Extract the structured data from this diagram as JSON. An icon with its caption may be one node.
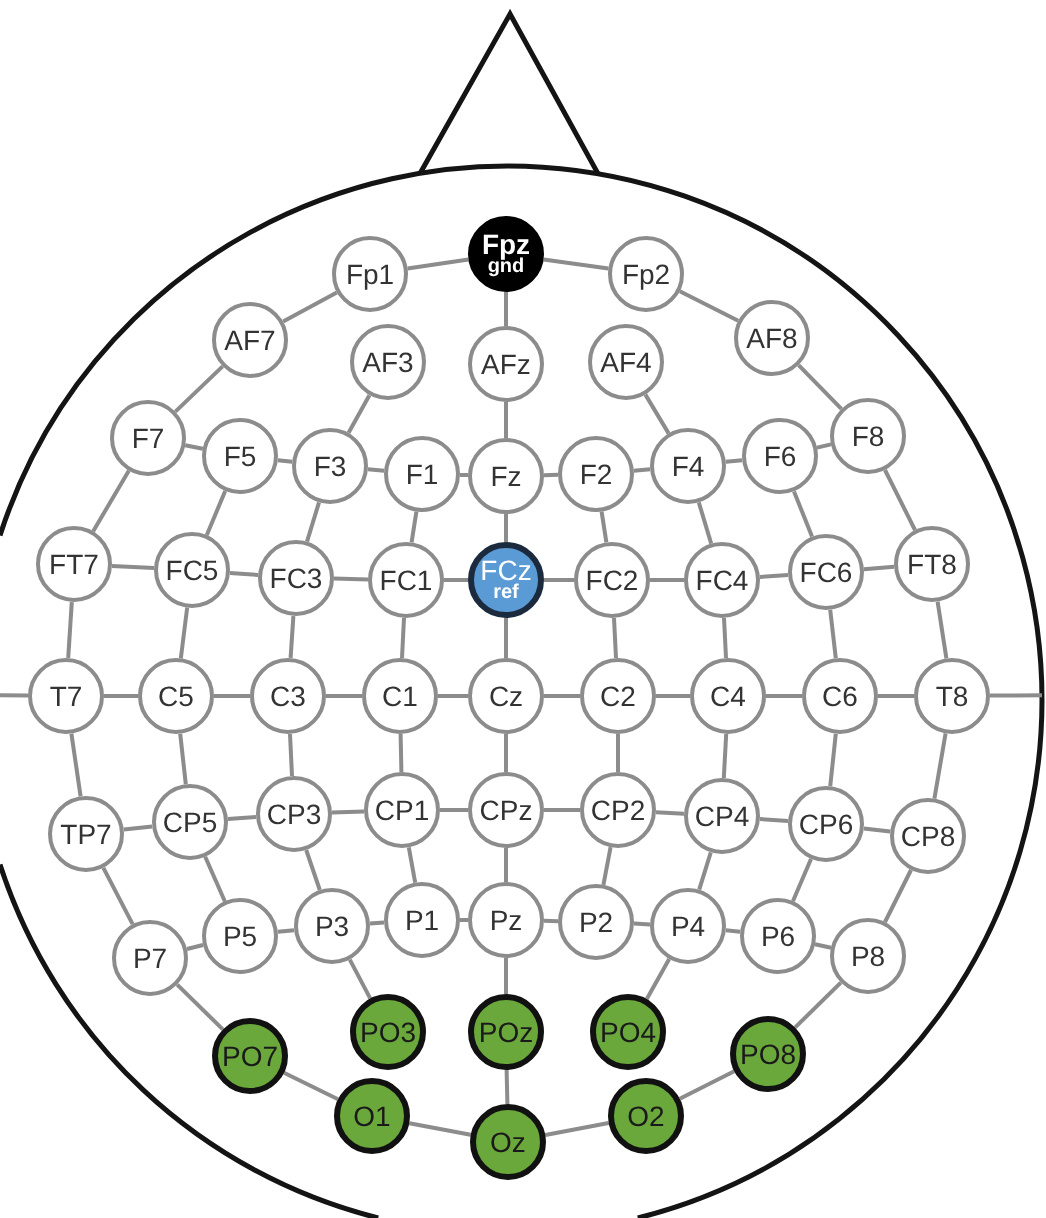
{
  "diagram": {
    "nodes": [
      {
        "text": [
          "Fp1"
        ]
      },
      {
        "text": [
          "Fpz",
          "gnd"
        ]
      },
      {
        "text": [
          "Fp2"
        ]
      },
      {
        "text": [
          "AF7"
        ]
      },
      {
        "text": [
          "AF3"
        ]
      },
      {
        "text": [
          "AFz"
        ]
      },
      {
        "text": [
          "AF4"
        ]
      },
      {
        "text": [
          "AF8"
        ]
      },
      {
        "text": [
          "F7"
        ]
      },
      {
        "text": [
          "F5"
        ]
      },
      {
        "text": [
          "F3"
        ]
      },
      {
        "text": [
          "F1"
        ]
      },
      {
        "text": [
          "Fz"
        ]
      },
      {
        "text": [
          "F2"
        ]
      },
      {
        "text": [
          "F4"
        ]
      },
      {
        "text": [
          "F6"
        ]
      },
      {
        "text": [
          "F8"
        ]
      },
      {
        "text": [
          "FT7"
        ]
      },
      {
        "text": [
          "FC5"
        ]
      },
      {
        "text": [
          "FC3"
        ]
      },
      {
        "text": [
          "FC1"
        ]
      },
      {
        "text": [
          "FCz",
          "ref"
        ]
      },
      {
        "text": [
          "FC2"
        ]
      },
      {
        "text": [
          "FC4"
        ]
      },
      {
        "text": [
          "FC6"
        ]
      },
      {
        "text": [
          "FT8"
        ]
      },
      {
        "text": [
          "T7"
        ]
      },
      {
        "text": [
          "C5"
        ]
      },
      {
        "text": [
          "C3"
        ]
      },
      {
        "text": [
          "C1"
        ]
      },
      {
        "text": [
          "Cz"
        ]
      },
      {
        "text": [
          "C2"
        ]
      },
      {
        "text": [
          "C4"
        ]
      },
      {
        "text": [
          "C6"
        ]
      },
      {
        "text": [
          "T8"
        ]
      },
      {
        "text": [
          "TP7"
        ]
      },
      {
        "text": [
          "CP5"
        ]
      },
      {
        "text": [
          "CP3"
        ]
      },
      {
        "text": [
          "CP1"
        ]
      },
      {
        "text": [
          "CPz"
        ]
      },
      {
        "text": [
          "CP2"
        ]
      },
      {
        "text": [
          "CP4"
        ]
      },
      {
        "text": [
          "CP6"
        ]
      },
      {
        "text": [
          "CP8"
        ]
      },
      {
        "text": [
          "P7"
        ]
      },
      {
        "text": [
          "P5"
        ]
      },
      {
        "text": [
          "P3"
        ]
      },
      {
        "text": [
          "P1"
        ]
      },
      {
        "text": [
          "Pz"
        ]
      },
      {
        "text": [
          "P2"
        ]
      },
      {
        "text": [
          "P4"
        ]
      },
      {
        "text": [
          "P6"
        ]
      },
      {
        "text": [
          "P8"
        ]
      },
      {
        "text": [
          "PO7"
        ]
      },
      {
        "text": [
          "PO3"
        ]
      },
      {
        "text": [
          "POz"
        ]
      },
      {
        "text": [
          "PO4"
        ]
      },
      {
        "text": [
          "PO8"
        ]
      },
      {
        "text": [
          "O1"
        ]
      },
      {
        "text": [
          "Oz"
        ]
      },
      {
        "text": [
          "O2"
        ]
      }
    ],
    "edges": [
      {
        "from": 26,
        "to": 17,
        "arrow": "none"
      },
      {
        "from": 17,
        "to": 8,
        "arrow": "none"
      },
      {
        "from": 8,
        "to": 3,
        "arrow": "none"
      },
      {
        "from": 3,
        "to": 0,
        "arrow": "none"
      },
      {
        "from": 0,
        "to": 1,
        "arrow": "none"
      },
      {
        "from": 1,
        "to": 2,
        "arrow": "none"
      },
      {
        "from": 2,
        "to": 7,
        "arrow": "none"
      },
      {
        "from": 7,
        "to": 16,
        "arrow": "none"
      },
      {
        "from": 16,
        "to": 25,
        "arrow": "none"
      },
      {
        "from": 25,
        "to": 34,
        "arrow": "none"
      },
      {
        "from": 34,
        "to": 43,
        "arrow": "none"
      },
      {
        "from": 43,
        "to": 52,
        "arrow": "none"
      },
      {
        "from": 52,
        "to": 57,
        "arrow": "none"
      },
      {
        "from": 57,
        "to": 60,
        "arrow": "none"
      },
      {
        "from": 60,
        "to": 59,
        "arrow": "none"
      },
      {
        "from": 59,
        "to": 58,
        "arrow": "none"
      },
      {
        "from": 58,
        "to": 53,
        "arrow": "none"
      },
      {
        "from": 53,
        "to": 44,
        "arrow": "none"
      },
      {
        "from": 44,
        "to": 35,
        "arrow": "none"
      },
      {
        "from": 35,
        "to": 26,
        "arrow": "none"
      },
      {
        "from": 8,
        "to": 9,
        "arrow": "none"
      },
      {
        "from": 9,
        "to": 10,
        "arrow": "none"
      },
      {
        "from": 10,
        "to": 11,
        "arrow": "none"
      },
      {
        "from": 11,
        "to": 12,
        "arrow": "none"
      },
      {
        "from": 12,
        "to": 13,
        "arrow": "none"
      },
      {
        "from": 13,
        "to": 14,
        "arrow": "none"
      },
      {
        "from": 14,
        "to": 15,
        "arrow": "none"
      },
      {
        "from": 15,
        "to": 16,
        "arrow": "none"
      },
      {
        "from": 17,
        "to": 18,
        "arrow": "none"
      },
      {
        "from": 18,
        "to": 19,
        "arrow": "none"
      },
      {
        "from": 19,
        "to": 20,
        "arrow": "none"
      },
      {
        "from": 20,
        "to": 21,
        "arrow": "none"
      },
      {
        "from": 21,
        "to": 22,
        "arrow": "none"
      },
      {
        "from": 22,
        "to": 23,
        "arrow": "none"
      },
      {
        "from": 23,
        "to": 24,
        "arrow": "none"
      },
      {
        "from": 24,
        "to": 25,
        "arrow": "none"
      },
      {
        "from": null,
        "to": 26,
        "arrow": "none"
      },
      {
        "from": 26,
        "to": 27,
        "arrow": "none"
      },
      {
        "from": 27,
        "to": 28,
        "arrow": "none"
      },
      {
        "from": 28,
        "to": 29,
        "arrow": "none"
      },
      {
        "from": 29,
        "to": 30,
        "arrow": "none"
      },
      {
        "from": 30,
        "to": 31,
        "arrow": "none"
      },
      {
        "from": 31,
        "to": 32,
        "arrow": "none"
      },
      {
        "from": 32,
        "to": 33,
        "arrow": "none"
      },
      {
        "from": 33,
        "to": 34,
        "arrow": "none"
      },
      {
        "from": 34,
        "to": null,
        "arrow": "none"
      },
      {
        "from": 35,
        "to": 36,
        "arrow": "none"
      },
      {
        "from": 36,
        "to": 37,
        "arrow": "none"
      },
      {
        "from": 37,
        "to": 38,
        "arrow": "none"
      },
      {
        "from": 38,
        "to": 39,
        "arrow": "none"
      },
      {
        "from": 39,
        "to": 40,
        "arrow": "none"
      },
      {
        "from": 40,
        "to": 41,
        "arrow": "none"
      },
      {
        "from": 41,
        "to": 42,
        "arrow": "none"
      },
      {
        "from": 42,
        "to": 43,
        "arrow": "none"
      },
      {
        "from": 44,
        "to": 45,
        "arrow": "none"
      },
      {
        "from": 45,
        "to": 46,
        "arrow": "none"
      },
      {
        "from": 46,
        "to": 47,
        "arrow": "none"
      },
      {
        "from": 47,
        "to": 48,
        "arrow": "none"
      },
      {
        "from": 48,
        "to": 49,
        "arrow": "none"
      },
      {
        "from": 49,
        "to": 50,
        "arrow": "none"
      },
      {
        "from": 50,
        "to": 51,
        "arrow": "none"
      },
      {
        "from": 51,
        "to": 52,
        "arrow": "none"
      },
      {
        "from": 1,
        "to": 5,
        "arrow": "none"
      },
      {
        "from": 5,
        "to": 12,
        "arrow": "none"
      },
      {
        "from": 12,
        "to": 21,
        "arrow": "none"
      },
      {
        "from": 21,
        "to": 30,
        "arrow": "none"
      },
      {
        "from": 30,
        "to": 39,
        "arrow": "none"
      },
      {
        "from": 39,
        "to": 48,
        "arrow": "none"
      },
      {
        "from": 48,
        "to": 55,
        "arrow": "none"
      },
      {
        "from": 55,
        "to": 59,
        "arrow": "none"
      },
      {
        "from": 11,
        "to": 20,
        "arrow": "none"
      },
      {
        "from": 20,
        "to": 29,
        "arrow": "none"
      },
      {
        "from": 29,
        "to": 38,
        "arrow": "none"
      },
      {
        "from": 38,
        "to": 47,
        "arrow": "none"
      },
      {
        "from": 13,
        "to": 22,
        "arrow": "none"
      },
      {
        "from": 22,
        "to": 31,
        "arrow": "none"
      },
      {
        "from": 31,
        "to": 40,
        "arrow": "none"
      },
      {
        "from": 40,
        "to": 49,
        "arrow": "none"
      },
      {
        "from": 4,
        "to": 10,
        "arrow": "none"
      },
      {
        "from": 10,
        "to": 19,
        "arrow": "none"
      },
      {
        "from": 19,
        "to": 28,
        "arrow": "none"
      },
      {
        "from": 28,
        "to": 37,
        "arrow": "none"
      },
      {
        "from": 37,
        "to": 46,
        "arrow": "none"
      },
      {
        "from": 46,
        "to": 54,
        "arrow": "none"
      },
      {
        "from": 6,
        "to": 14,
        "arrow": "none"
      },
      {
        "from": 14,
        "to": 23,
        "arrow": "none"
      },
      {
        "from": 23,
        "to": 32,
        "arrow": "none"
      },
      {
        "from": 32,
        "to": 41,
        "arrow": "none"
      },
      {
        "from": 41,
        "to": 50,
        "arrow": "none"
      },
      {
        "from": 50,
        "to": 56,
        "arrow": "none"
      },
      {
        "from": 9,
        "to": 18,
        "arrow": "none"
      },
      {
        "from": 18,
        "to": 27,
        "arrow": "none"
      },
      {
        "from": 27,
        "to": 36,
        "arrow": "none"
      },
      {
        "from": 36,
        "to": 45,
        "arrow": "none"
      },
      {
        "from": 15,
        "to": 24,
        "arrow": "none"
      },
      {
        "from": 24,
        "to": 33,
        "arrow": "none"
      },
      {
        "from": 33,
        "to": 42,
        "arrow": "none"
      },
      {
        "from": 42,
        "to": 51,
        "arrow": "none"
      }
    ]
  }
}
